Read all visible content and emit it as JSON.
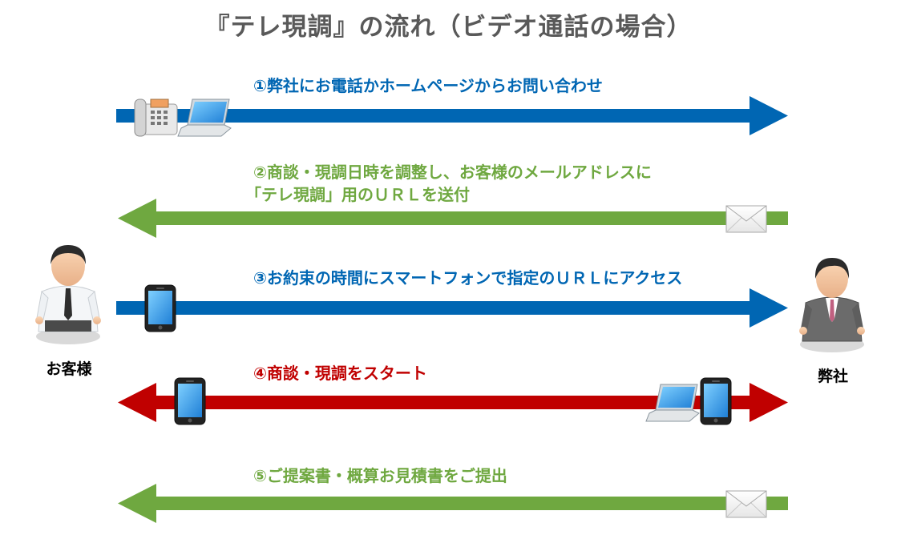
{
  "title": "『テレ現調』の流れ（ビデオ通話の場合）",
  "customer_label": "お客様",
  "company_label": "弊社",
  "colors": {
    "blue": "#0066b3",
    "green": "#6fa840",
    "red": "#c00000",
    "title": "#595959"
  },
  "steps": [
    {
      "line1": "①弊社にお電話かホームページからお問い合わせ",
      "line2": ""
    },
    {
      "line1": "②商談・現調日時を調整し、お客様のメールアドレスに",
      "line2": "「テレ現調」用のＵＲＬを送付"
    },
    {
      "line1": "③お約束の時間にスマートフォンで指定のＵＲＬにアクセス",
      "line2": ""
    },
    {
      "line1": "④商談・現調をスタート",
      "line2": ""
    },
    {
      "line1": "⑤ご提案書・概算お見積書をご提出",
      "line2": ""
    }
  ]
}
